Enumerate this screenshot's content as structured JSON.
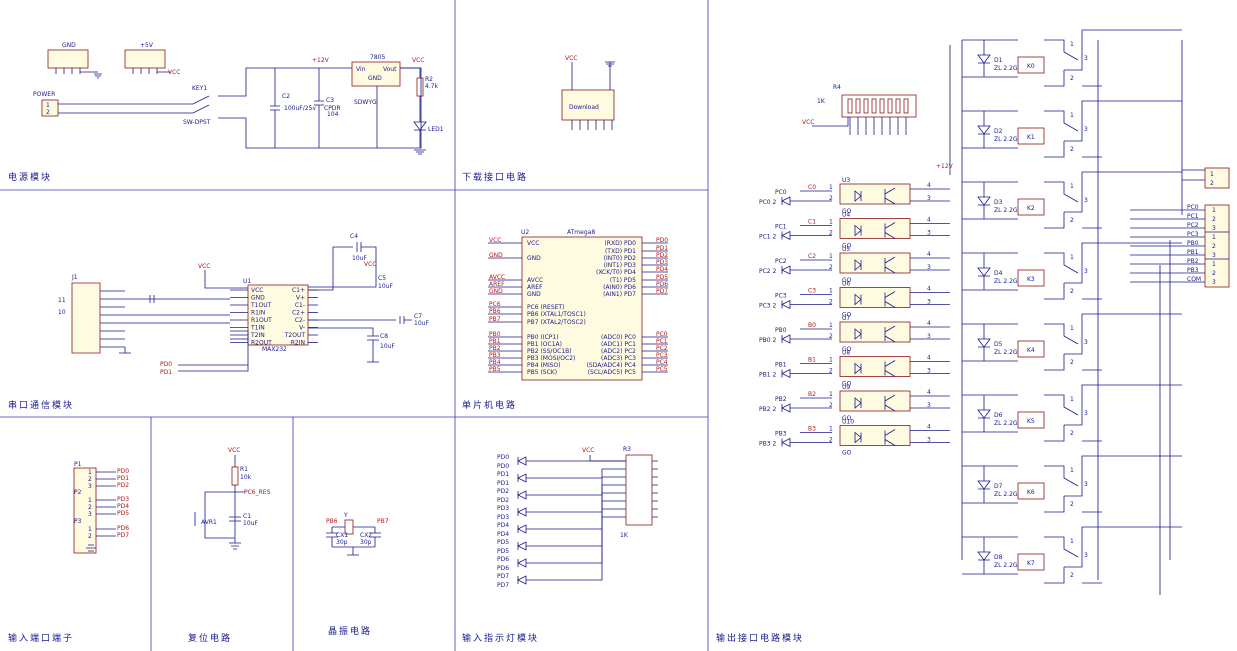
{
  "sections": {
    "power": "电源模块",
    "download": "下载接口电路",
    "serial": "串口通信模块",
    "mcu": "单片机电路",
    "input_port": "输入端口端子",
    "reset": "复位电路",
    "crystal": "晶振电路",
    "input_led": "输入指示灯模块",
    "output": "输出接口电路模块"
  },
  "power": {
    "gnd": "GND",
    "plus5v": "+5V",
    "vcc": "VCC",
    "power": "POWER",
    "key": "KEY1",
    "switch": "SW-DPST",
    "c2": "C2",
    "c2v": "100uF/25v",
    "c3": "C3",
    "c3t": "CPDR",
    "c3v": "104",
    "plus12v": "+12V",
    "reg": "7805",
    "vin": "Vin",
    "vout": "Vout",
    "rgnd": "GND",
    "sdwyg": "SDWYG",
    "r2": "R2",
    "r2v": "4.7k",
    "led": "LED1"
  },
  "download": {
    "vcc": "VCC",
    "connector": "Download"
  },
  "serial": {
    "j1": "J1",
    "p11": "11",
    "p10": "10",
    "u1": "U1",
    "c4": "C4",
    "c4v": "10uF",
    "vcc": "VCC",
    "c5": "C5",
    "c5v": "10uF",
    "c7": "C7",
    "c7v": "10uF",
    "c8": "C8",
    "c8v": "10uF",
    "chip": "MAX232",
    "left_pins": [
      "VCC",
      "GND",
      "T1OUT",
      "R1IN",
      "R1OUT",
      "T1IN",
      "T2IN",
      "R2OUT"
    ],
    "right_pins": [
      "C1+",
      "V+",
      "C1-",
      "C2+",
      "C2-",
      "V-",
      "T2OUT",
      "R2IN"
    ],
    "pd0": "PD0",
    "pd1": "PD1"
  },
  "mcu": {
    "u2": "U2",
    "name": "ATmega8",
    "left_nets": [
      "VCC",
      "GND",
      "AVCC",
      "AREF",
      "GND",
      "PC6",
      "PB6",
      "PB7",
      "PB0",
      "PB1",
      "PB2",
      "PB3",
      "PB4",
      "PB5"
    ],
    "left_pins": [
      "VCC",
      "GND",
      "AVCC",
      "AREF",
      "GND",
      "PC6 (RESET)",
      "PB6 (XTAL1/TOSC1)",
      "PB7 (XTAL2/TOSC2)",
      "PB0 (ICP1)",
      "PB1 (OC1A)",
      "PB2 (SS/OC1B)",
      "PB3 (MOSI/OC2)",
      "PB4 (MISO)",
      "PB5 (SCK)"
    ],
    "right_pins": [
      "(RXD) PD0",
      "(TXD) PD1",
      "(INT0) PD2",
      "(INT1) PD3",
      "(XCK/T0) PD4",
      "(T1) PD5",
      "(AIN0) PD6",
      "(AIN1) PD7",
      "(ADC0) PC0",
      "(ADC1) PC1",
      "(ADC2) PC2",
      "(ADC3) PC3",
      "(SDA/ADC4) PC4",
      "(SCL/ADC5) PC5"
    ],
    "right_nets": [
      "PD0",
      "PD1",
      "PD2",
      "PD3",
      "PD4",
      "PD5",
      "PD6",
      "PD7",
      "PC0",
      "PC1",
      "PC2",
      "PC3",
      "PC4",
      "PC5"
    ]
  },
  "input_port": {
    "p1": "P1",
    "p2": "P2",
    "p3": "P3",
    "nets": [
      "PD0",
      "PD1",
      "PD2",
      "PD3",
      "PD4",
      "PD5",
      "PD6",
      "PD7"
    ]
  },
  "reset": {
    "vcc": "VCC",
    "r1": "R1",
    "r1v": "10k",
    "net": "PC6_RES",
    "sw": "AVR1",
    "c1": "C1",
    "c1v": "10uF"
  },
  "crystal": {
    "pb6": "PB6",
    "pb7": "PB7",
    "y": "Y",
    "cx1": "CX1",
    "cx1v": "30p",
    "cx2": "CX2",
    "cx2v": "30p"
  },
  "input_led": {
    "vcc": "VCC",
    "r3": "R3",
    "r3v": "1K",
    "labels": [
      "PD0",
      "PD1",
      "PD2",
      "PD3",
      "PD4",
      "PD5",
      "PD6",
      "PD7"
    ]
  },
  "output": {
    "r4": "R4",
    "r4v": "1K",
    "vcc": "VCC",
    "plus12v": "+12V",
    "opto_in": [
      "C0",
      "C1",
      "C2",
      "C3",
      "B0",
      "B1",
      "B2",
      "B3"
    ],
    "led_nets": [
      "PC0",
      "PC1",
      "PC2",
      "PC3",
      "PB0",
      "PB1",
      "PB2",
      "PB3"
    ],
    "opto_names": [
      "U3",
      "U4",
      "U5",
      "U6",
      "U7",
      "U8",
      "U9",
      "U10"
    ],
    "go": "GO",
    "diodes": [
      "D1",
      "D2",
      "D3",
      "D4",
      "D5",
      "D6",
      "D7",
      "D8"
    ],
    "diode_type": "ZL 2.2G",
    "relays": [
      "K0",
      "K1",
      "K2",
      "K3",
      "K4",
      "K5",
      "K6",
      "K7"
    ],
    "terminals": [
      "PC0",
      "PC1",
      "PC2",
      "PC3",
      "PB0",
      "PB1",
      "PB2",
      "PB3",
      "COM"
    ],
    "top_terminal": [
      "1",
      "2"
    ]
  }
}
